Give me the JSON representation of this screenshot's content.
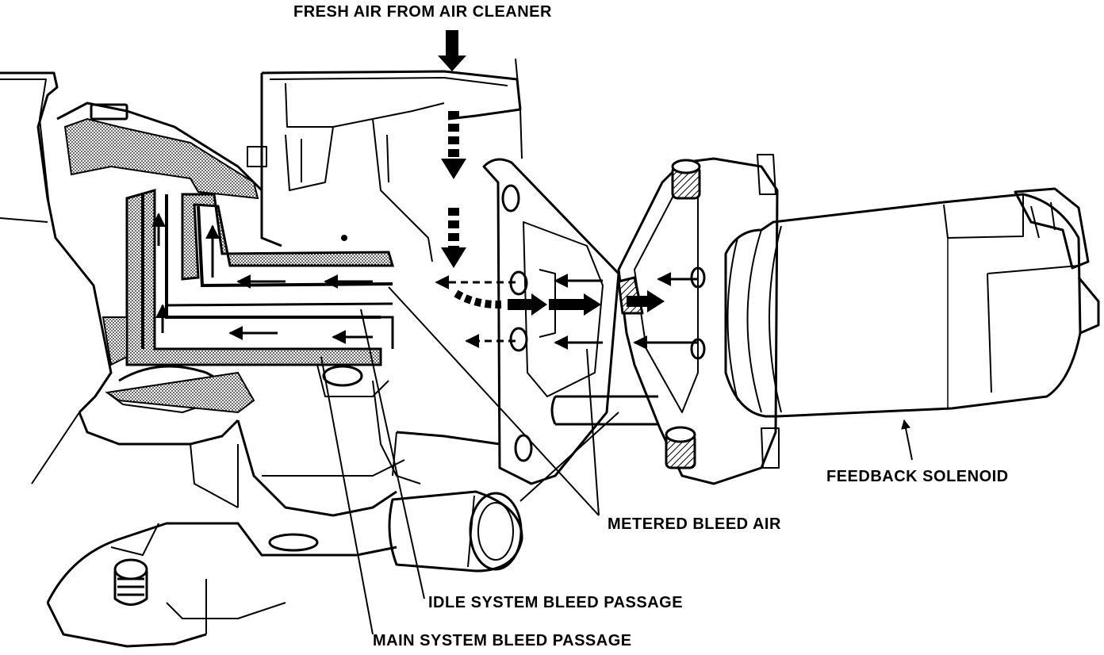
{
  "labels": {
    "fresh_air": "FRESH AIR FROM AIR CLEANER",
    "feedback_solenoid": "FEEDBACK SOLENOID",
    "metered_bleed_air": "METERED BLEED AIR",
    "idle_bleed": "IDLE SYSTEM BLEED PASSAGE",
    "main_bleed": "MAIN SYSTEM BLEED PASSAGE"
  },
  "colors": {
    "ink": "#000000",
    "paper": "#ffffff",
    "shade": "#9a9a9a"
  }
}
